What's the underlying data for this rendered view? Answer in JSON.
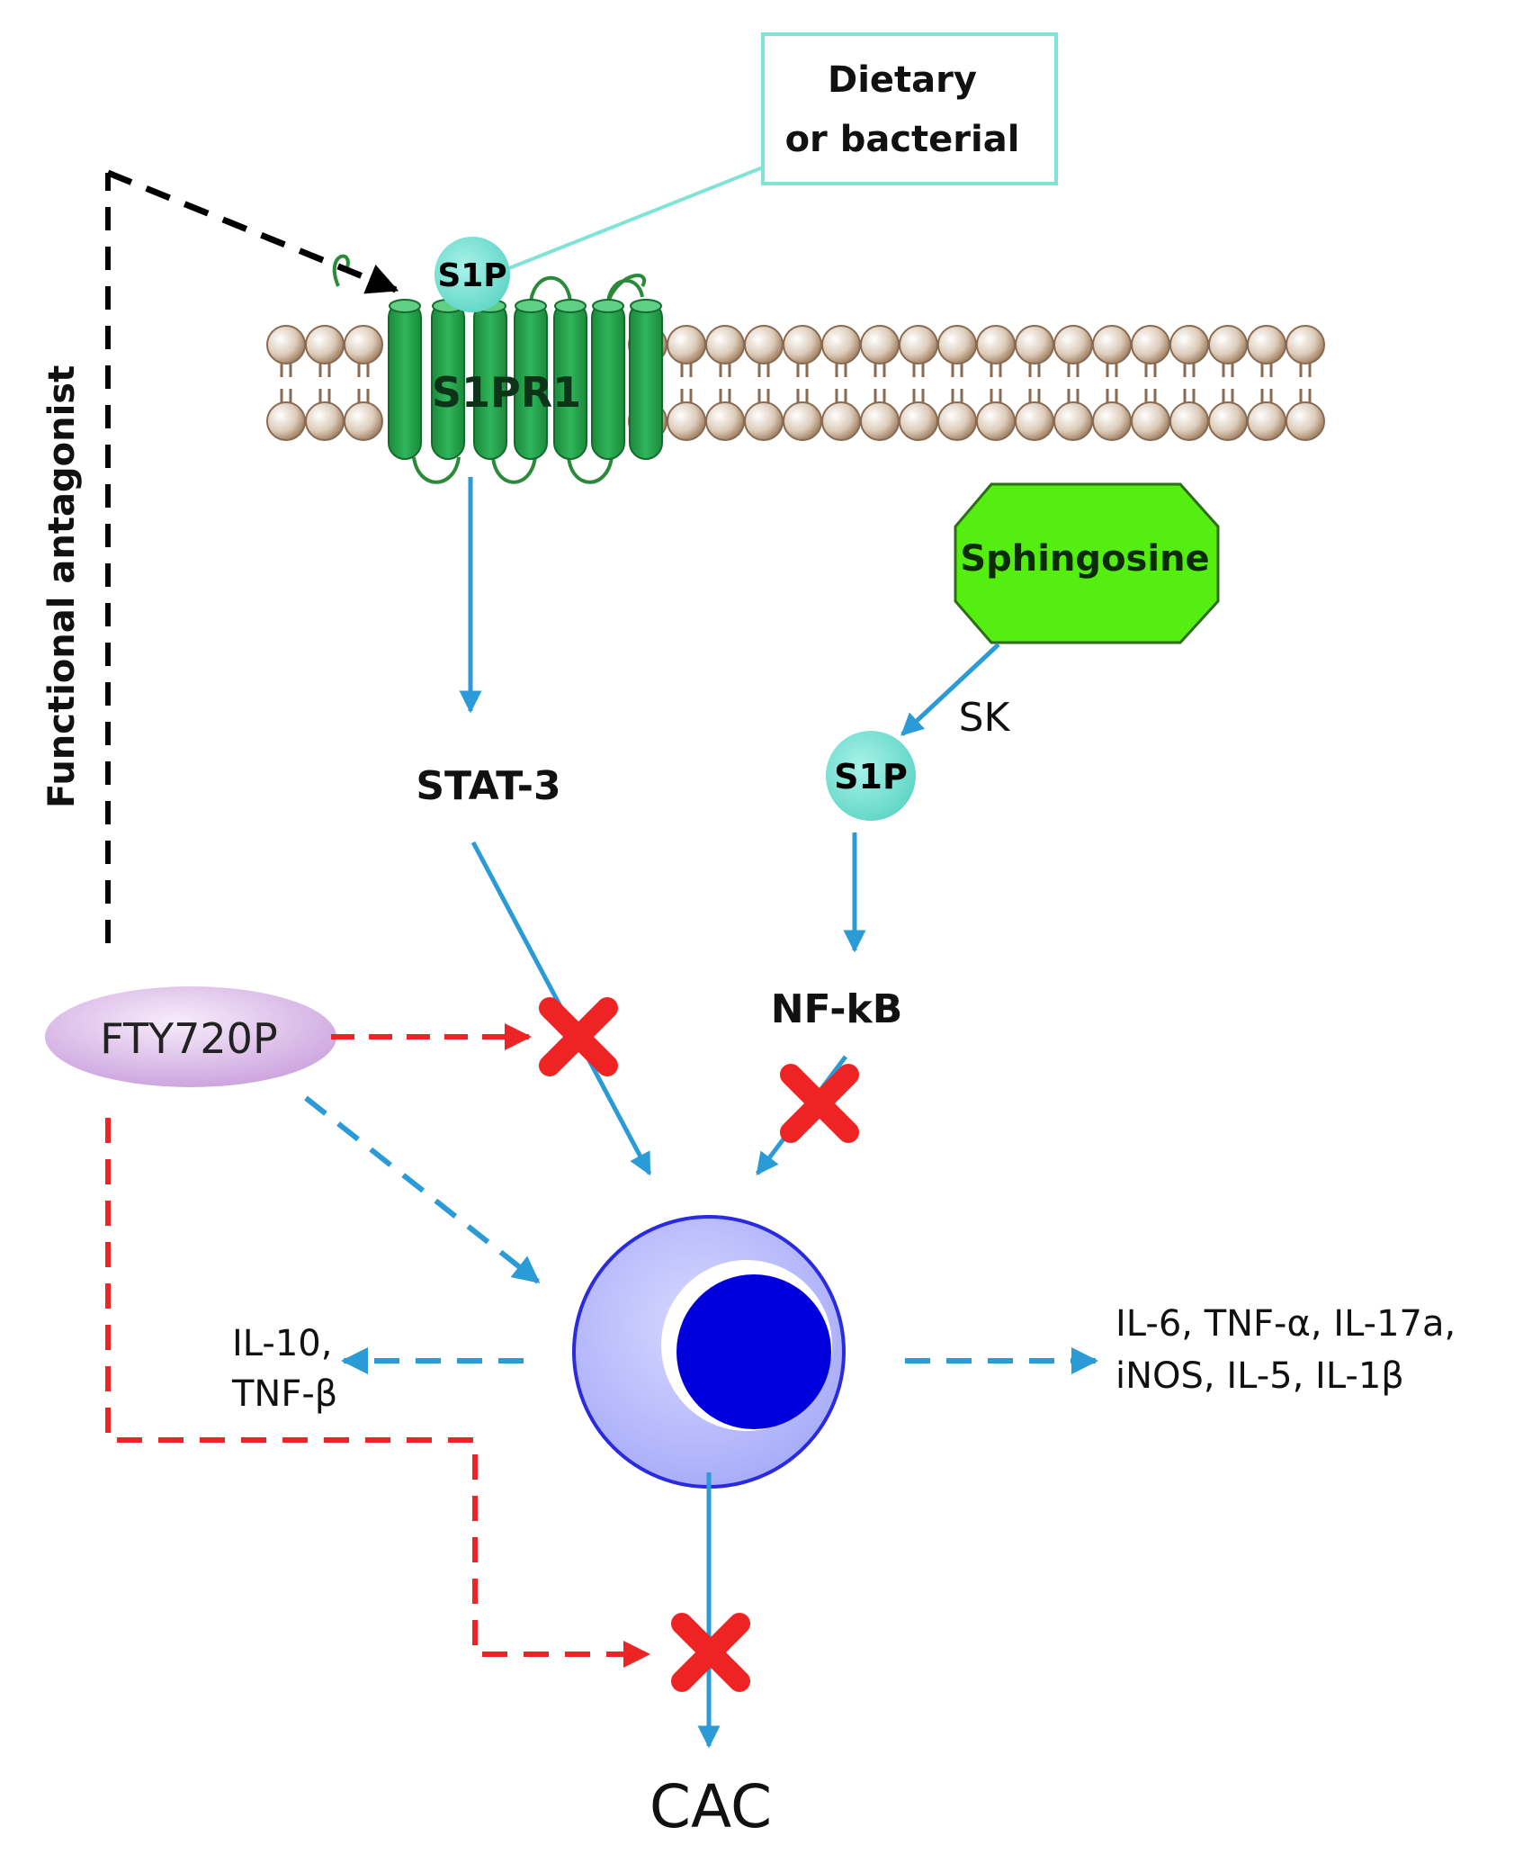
{
  "labels": {
    "dietary_line1": "Dietary",
    "dietary_line2": "or bacterial",
    "s1p_top": "S1P",
    "s1pr1": "S1PR1",
    "functional_antagonist": "Functional antagonist",
    "sphingosine": "Sphingosine",
    "sk": "SK",
    "s1p_mid": "S1P",
    "stat3": "STAT-3",
    "nfkb": "NF-kB",
    "fty720p": "FTY720P",
    "il10_line1": "IL-10,",
    "il10_line2": "TNF-β",
    "cytokines_line1": "IL-6, TNF-α, IL-17a,",
    "cytokines_line2": "iNOS, IL-5, IL-1β",
    "cac": "CAC"
  },
  "colors": {
    "blue_arrow": "#2a9bd6",
    "red_dash": "#ee2424",
    "black_dash": "#000000",
    "teal": "#7fe3d6",
    "receptor_green": "#22a34a",
    "sphingosine_green": "#55ee11",
    "lipid_head": "#d8c8b8",
    "lipid_stroke": "#8a6a50",
    "cell_outer": "#b8bcff",
    "cell_nucleus": "#0000dd",
    "fty_fill": "#e2c4ee"
  }
}
